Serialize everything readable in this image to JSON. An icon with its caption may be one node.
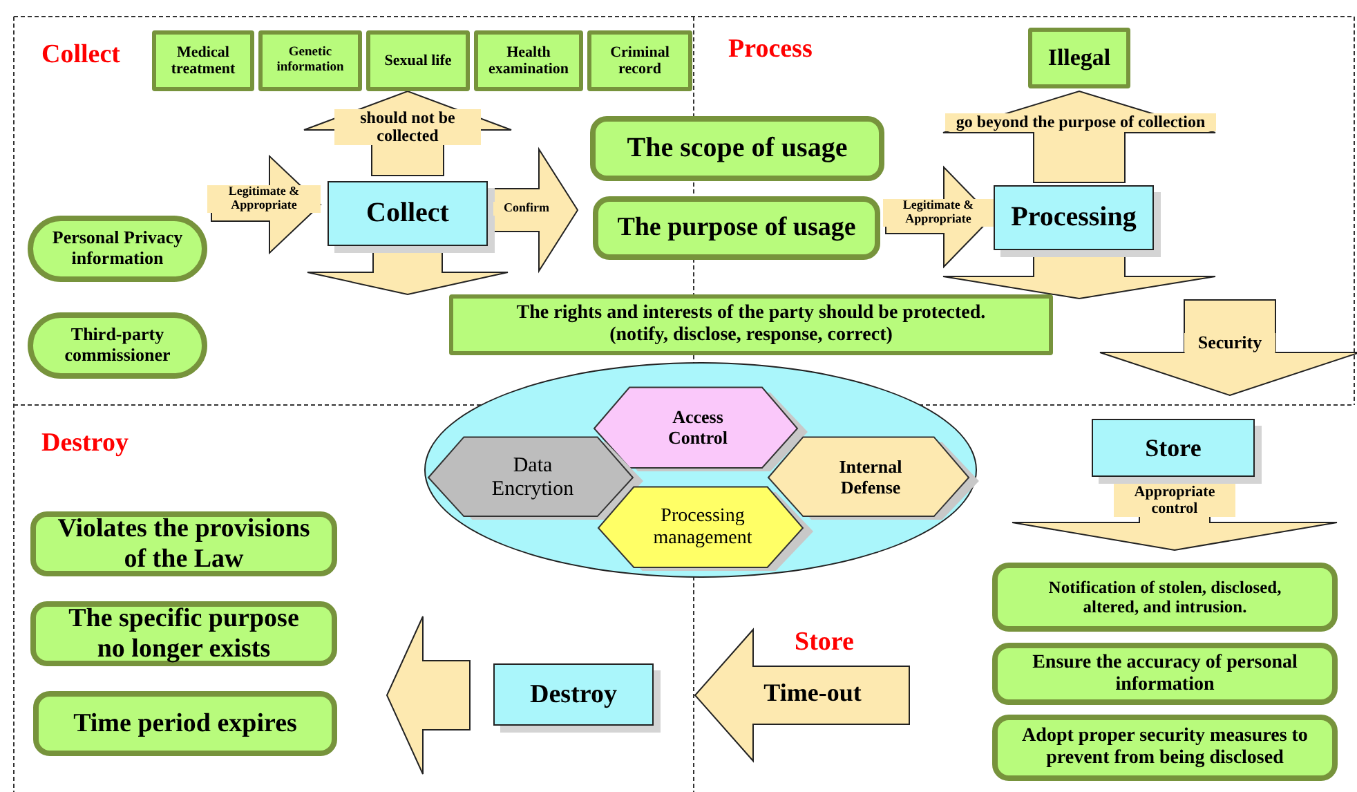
{
  "diagram": {
    "nodes": [
      {
        "text": [
          "Medical treatment"
        ]
      },
      {
        "text": [
          "Genetic information"
        ]
      },
      {
        "text": [
          "Sexual life"
        ]
      },
      {
        "text": [
          "Health examination"
        ]
      },
      {
        "text": [
          "Criminal record"
        ]
      },
      {
        "text": [
          "Illegal"
        ]
      },
      {
        "text": [
          "The scope of usage"
        ]
      },
      {
        "text": [
          "Collect"
        ]
      },
      {
        "text": [
          "Processing"
        ]
      },
      {
        "text": [
          "Personal Privacy information"
        ]
      },
      {
        "text": [
          "The purpose of usage"
        ]
      },
      {
        "text": [
          "The rights and interests of the party should be protected.",
          "(notify, disclose, response, correct)"
        ]
      },
      {
        "text": [
          "Third-party commissioner"
        ]
      },
      {
        "text": [],
        "shape": "ellipse"
      },
      {
        "text": [
          "Access Control"
        ],
        "in": 13
      },
      {
        "text": [
          "Data Encrytion"
        ],
        "in": 13
      },
      {
        "text": [
          "Internal Defense"
        ],
        "in": 13
      },
      {
        "text": [
          "Processing management"
        ],
        "in": 13
      },
      {
        "text": [
          "Store"
        ]
      },
      {
        "text": [
          "Violates the provisions of the Law"
        ]
      },
      {
        "text": [
          "Notification of stolen, disclosed, altered, and intrusion."
        ]
      },
      {
        "text": [
          "The specific purpose no longer exists"
        ]
      },
      {
        "text": [
          "Ensure the accuracy of personal information"
        ]
      },
      {
        "text": [
          "Time period expires"
        ]
      },
      {
        "text": [
          "Destroy"
        ]
      },
      {
        "text": [
          "Adopt proper security measures to prevent from being disclosed"
        ]
      }
    ],
    "edges": [
      {
        "from": 9,
        "to": 7,
        "arrow": "to",
        "label": "Legitimate & Appropriate"
      },
      {
        "from": 7,
        "to": 2,
        "arrow": "to",
        "label": "should not be collected"
      },
      {
        "from": 7,
        "to": 10,
        "arrow": "to",
        "label": "Confirm"
      },
      {
        "from": 7,
        "to": 11,
        "arrow": "to"
      },
      {
        "from": 10,
        "to": 8,
        "arrow": "to",
        "label": "Legitimate & Appropriate"
      },
      {
        "from": 8,
        "to": 5,
        "arrow": "to",
        "label": "go beyond the purpose of collection"
      },
      {
        "from": 8,
        "to": null,
        "arrow": "to"
      },
      {
        "from": null,
        "to": 18,
        "arrow": "to",
        "label": "Security"
      },
      {
        "from": 18,
        "to": 20,
        "arrow": "to",
        "label": "Appropriate control"
      },
      {
        "from": null,
        "to": 24,
        "arrow": "to",
        "label": "Time-out"
      },
      {
        "from": 24,
        "to": null,
        "arrow": "to"
      }
    ],
    "labels": [
      "Collect",
      "Process",
      "Destroy",
      "Store"
    ]
  }
}
